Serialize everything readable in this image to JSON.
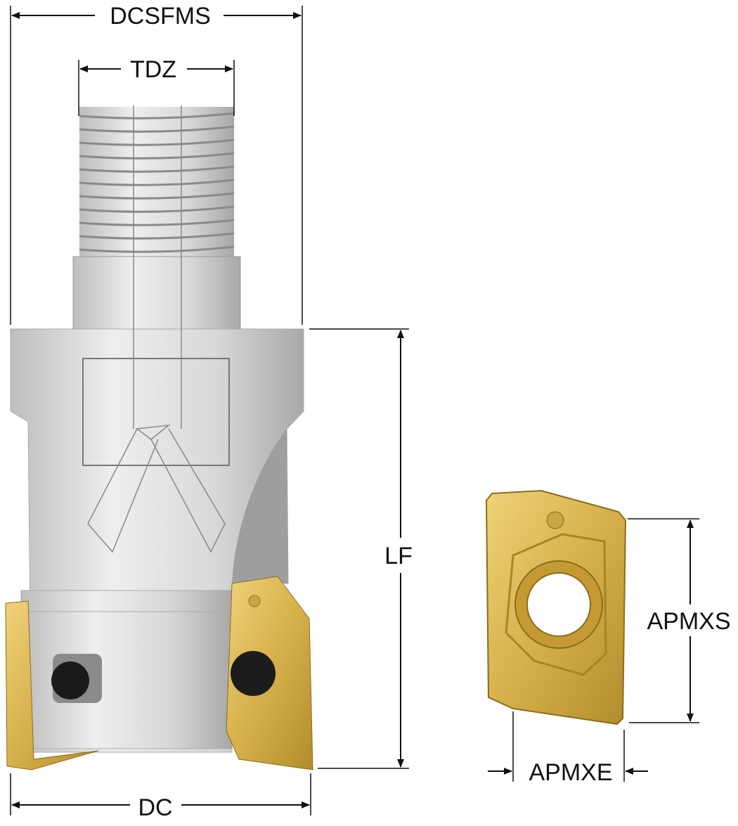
{
  "title": "Milling cutter dimension drawing",
  "dimensions": {
    "dcsfms": "DCSFMS",
    "tdz": "TDZ",
    "lf": "LF",
    "dc": "DC",
    "apmxs": "APMXS",
    "apmxe": "APMXE"
  },
  "colors": {
    "steel_light": "#e6e6e6",
    "steel_mid": "#c4c4c4",
    "steel_dark": "#9a9a9a",
    "insert_gold": "#d9b64e",
    "insert_dark": "#9c7a22",
    "line": "#111111"
  }
}
